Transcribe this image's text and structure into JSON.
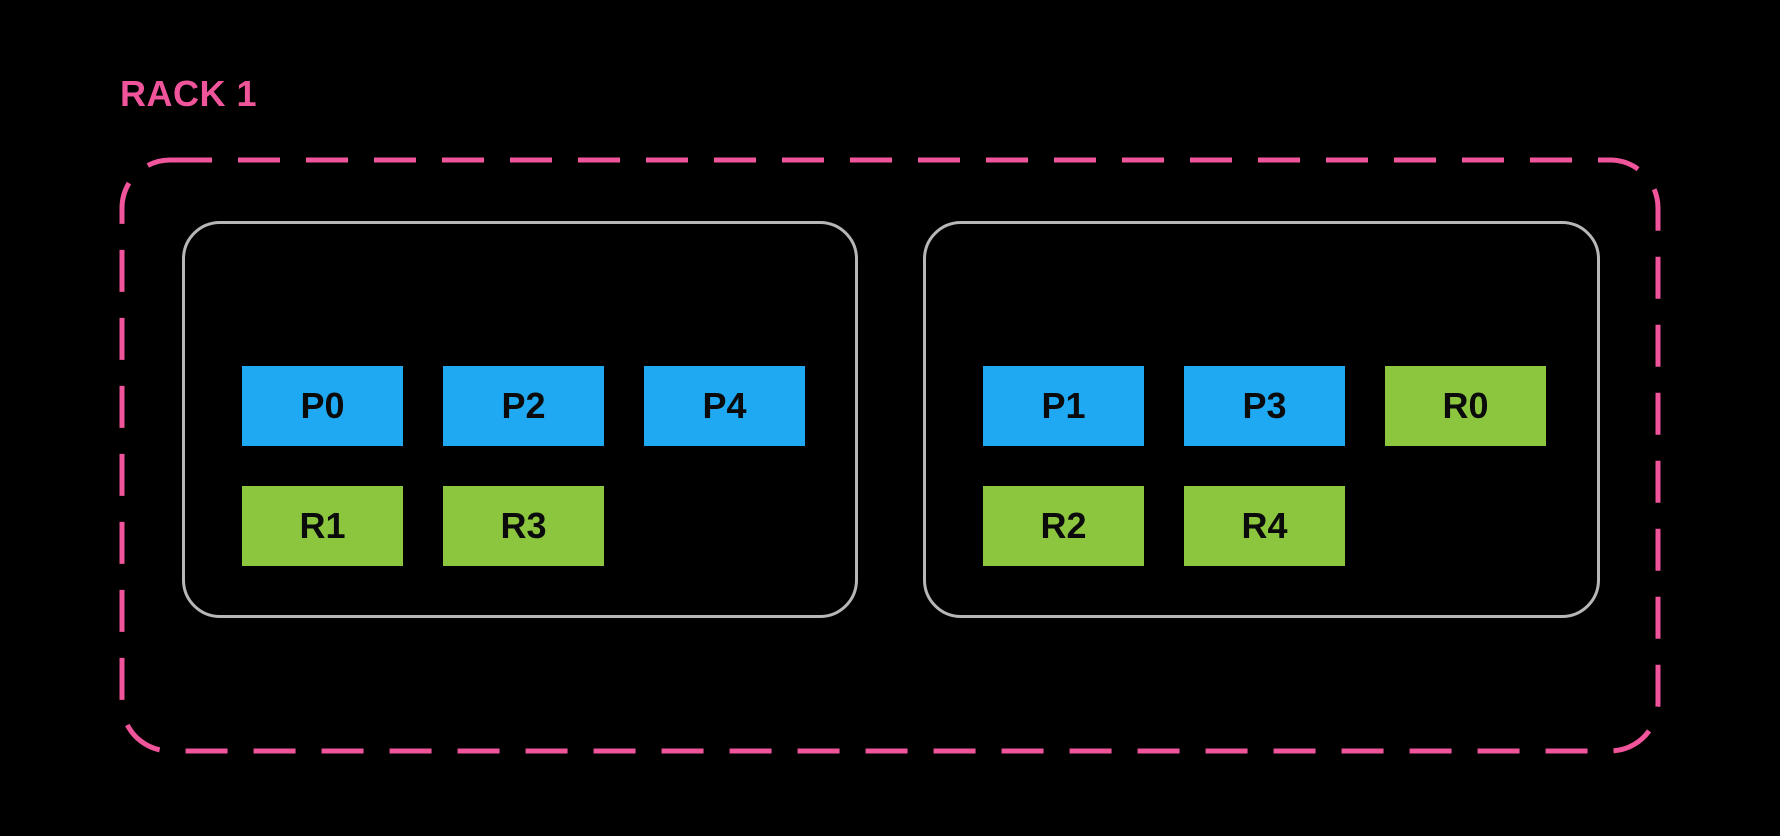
{
  "colors": {
    "canvas_black": "#000000",
    "rack_pink": "#F0549B",
    "primary_blue": "#1FA9F2",
    "replica_green": "#8CC63F",
    "node_border_gray": "#B7B7B7",
    "slot_label_black": "#0B0B0B"
  },
  "rack": {
    "label": "RACK 1",
    "nodes": [
      {
        "slots": [
          {
            "label": "P0",
            "type": "primary"
          },
          {
            "label": "P2",
            "type": "primary"
          },
          {
            "label": "P4",
            "type": "primary"
          },
          {
            "label": "R1",
            "type": "replica"
          },
          {
            "label": "R3",
            "type": "replica"
          }
        ]
      },
      {
        "slots": [
          {
            "label": "P1",
            "type": "primary"
          },
          {
            "label": "P3",
            "type": "primary"
          },
          {
            "label": "R0",
            "type": "replica"
          },
          {
            "label": "R2",
            "type": "replica"
          },
          {
            "label": "R4",
            "type": "replica"
          }
        ]
      }
    ]
  }
}
